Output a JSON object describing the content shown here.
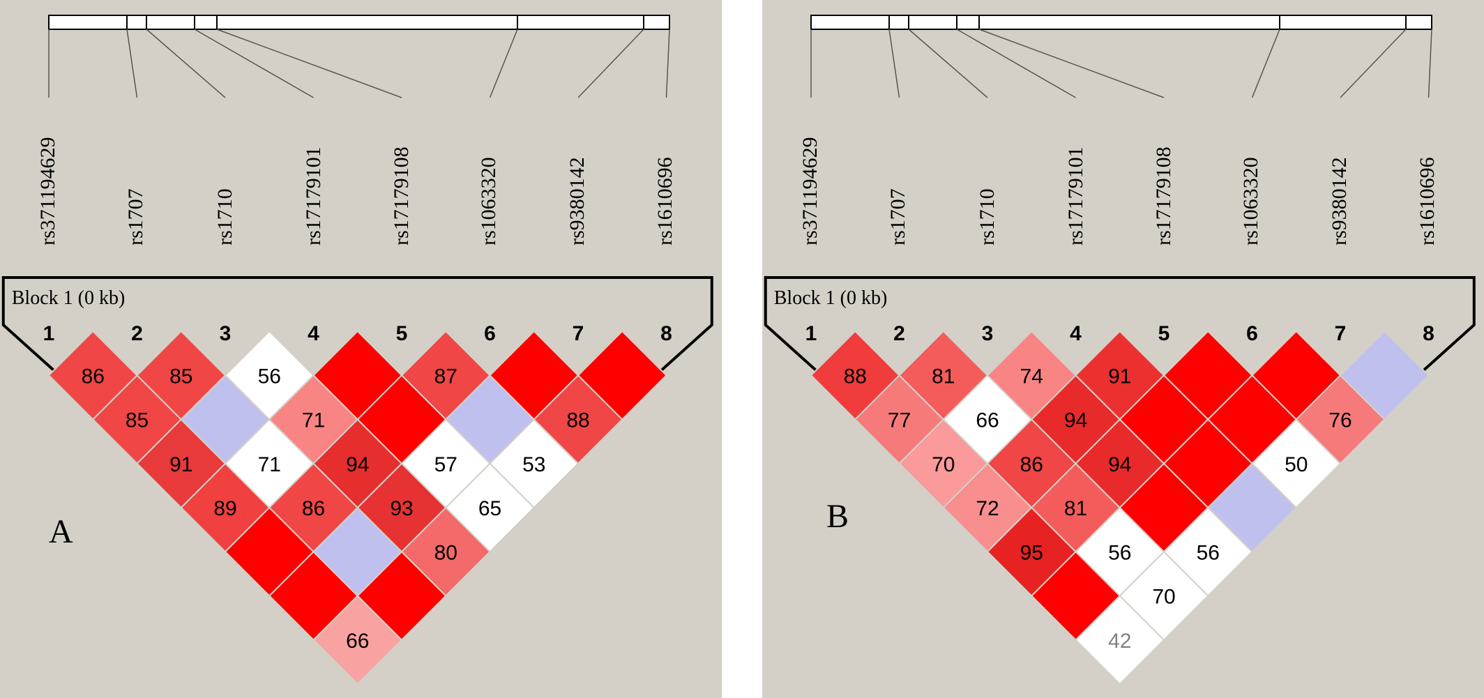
{
  "snps": [
    "rs371194629",
    "rs1707",
    "rs1710",
    "rs17179101",
    "rs17179108",
    "rs1063320",
    "rs9380142",
    "rs1610696"
  ],
  "marker_numbers": [
    "1",
    "2",
    "3",
    "4",
    "5",
    "6",
    "7",
    "8"
  ],
  "colors": {
    "panel_background": "#d4d0c8",
    "strong_ld": "#ff0000",
    "weak_ld": "#ffffff",
    "uninformative": "#c0c0ee",
    "value_text": "#000000",
    "low_value_text": "#808080"
  },
  "panels": [
    {
      "letter": "A",
      "block_label": "Block 1 (0 kb)",
      "cells": [
        {
          "i": 1,
          "j": 2,
          "value": "86",
          "color": "#f04646"
        },
        {
          "i": 1,
          "j": 3,
          "value": "85",
          "color": "#f04646"
        },
        {
          "i": 1,
          "j": 4,
          "value": "91",
          "color": "#e83a3a"
        },
        {
          "i": 1,
          "j": 5,
          "value": "89",
          "color": "#f04040"
        },
        {
          "i": 1,
          "j": 6,
          "value": "",
          "color": "#ff0000"
        },
        {
          "i": 1,
          "j": 7,
          "value": "",
          "color": "#ff0000"
        },
        {
          "i": 1,
          "j": 8,
          "value": "66",
          "color": "#f9a2a2"
        },
        {
          "i": 2,
          "j": 3,
          "value": "85",
          "color": "#f04646"
        },
        {
          "i": 2,
          "j": 4,
          "value": "",
          "color": "#c0c0ee"
        },
        {
          "i": 2,
          "j": 5,
          "value": "71",
          "color": "#ffffff"
        },
        {
          "i": 2,
          "j": 6,
          "value": "86",
          "color": "#f04646"
        },
        {
          "i": 2,
          "j": 7,
          "value": "",
          "color": "#c0c0ee"
        },
        {
          "i": 2,
          "j": 8,
          "value": "",
          "color": "#ff0000"
        },
        {
          "i": 3,
          "j": 4,
          "value": "56",
          "color": "#ffffff"
        },
        {
          "i": 3,
          "j": 5,
          "value": "71",
          "color": "#f98484"
        },
        {
          "i": 3,
          "j": 6,
          "value": "94",
          "color": "#e62e2e"
        },
        {
          "i": 3,
          "j": 7,
          "value": "93",
          "color": "#e63232"
        },
        {
          "i": 3,
          "j": 8,
          "value": "80",
          "color": "#f46a6a"
        },
        {
          "i": 4,
          "j": 5,
          "value": "",
          "color": "#ff0000"
        },
        {
          "i": 4,
          "j": 6,
          "value": "",
          "color": "#ff0000"
        },
        {
          "i": 4,
          "j": 7,
          "value": "57",
          "color": "#ffffff"
        },
        {
          "i": 4,
          "j": 8,
          "value": "65",
          "color": "#ffffff"
        },
        {
          "i": 5,
          "j": 6,
          "value": "87",
          "color": "#f04646"
        },
        {
          "i": 5,
          "j": 7,
          "value": "",
          "color": "#c0c0ee"
        },
        {
          "i": 5,
          "j": 8,
          "value": "53",
          "color": "#ffffff"
        },
        {
          "i": 6,
          "j": 7,
          "value": "",
          "color": "#ff0000"
        },
        {
          "i": 6,
          "j": 8,
          "value": "88",
          "color": "#f04646"
        },
        {
          "i": 7,
          "j": 8,
          "value": "",
          "color": "#ff0000"
        }
      ]
    },
    {
      "letter": "B",
      "block_label": "Block 1 (0 kb)",
      "cells": [
        {
          "i": 1,
          "j": 2,
          "value": "88",
          "color": "#f03c3c"
        },
        {
          "i": 1,
          "j": 3,
          "value": "77",
          "color": "#f67a7a"
        },
        {
          "i": 1,
          "j": 4,
          "value": "70",
          "color": "#fa9a9a"
        },
        {
          "i": 1,
          "j": 5,
          "value": "72",
          "color": "#f88e8e"
        },
        {
          "i": 1,
          "j": 6,
          "value": "95",
          "color": "#e62222"
        },
        {
          "i": 1,
          "j": 7,
          "value": "",
          "color": "#ff0000"
        },
        {
          "i": 1,
          "j": 8,
          "value": "42",
          "color": "#ffffff",
          "muted": true
        },
        {
          "i": 2,
          "j": 3,
          "value": "81",
          "color": "#f45c5c"
        },
        {
          "i": 2,
          "j": 4,
          "value": "66",
          "color": "#ffffff"
        },
        {
          "i": 2,
          "j": 5,
          "value": "86",
          "color": "#f04646"
        },
        {
          "i": 2,
          "j": 6,
          "value": "81",
          "color": "#f45c5c"
        },
        {
          "i": 2,
          "j": 7,
          "value": "56",
          "color": "#ffffff"
        },
        {
          "i": 2,
          "j": 8,
          "value": "70",
          "color": "#ffffff"
        },
        {
          "i": 3,
          "j": 4,
          "value": "74",
          "color": "#f98484"
        },
        {
          "i": 3,
          "j": 5,
          "value": "94",
          "color": "#e82a2a"
        },
        {
          "i": 3,
          "j": 6,
          "value": "94",
          "color": "#e82a2a"
        },
        {
          "i": 3,
          "j": 7,
          "value": "",
          "color": "#ff0000"
        },
        {
          "i": 3,
          "j": 8,
          "value": "56",
          "color": "#ffffff"
        },
        {
          "i": 4,
          "j": 5,
          "value": "91",
          "color": "#ec3030"
        },
        {
          "i": 4,
          "j": 6,
          "value": "",
          "color": "#ff0000"
        },
        {
          "i": 4,
          "j": 7,
          "value": "",
          "color": "#ff0000"
        },
        {
          "i": 4,
          "j": 8,
          "value": "",
          "color": "#c0c0ee"
        },
        {
          "i": 5,
          "j": 6,
          "value": "",
          "color": "#ff0000"
        },
        {
          "i": 5,
          "j": 7,
          "value": "",
          "color": "#ff0000"
        },
        {
          "i": 5,
          "j": 8,
          "value": "50",
          "color": "#ffffff"
        },
        {
          "i": 6,
          "j": 7,
          "value": "",
          "color": "#ff0000"
        },
        {
          "i": 6,
          "j": 8,
          "value": "76",
          "color": "#f67a7a"
        },
        {
          "i": 7,
          "j": 8,
          "value": "",
          "color": "#c0c0ee"
        }
      ]
    }
  ]
}
